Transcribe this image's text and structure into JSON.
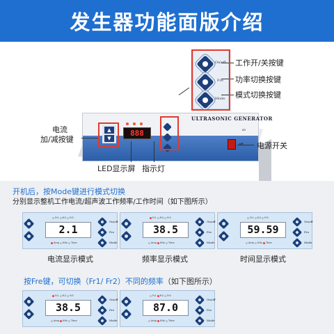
{
  "header": {
    "title": "发生器功能面版介绍"
  },
  "hero": {
    "brand_text": "ULTRASONIC GENERATOR",
    "display_value": "888",
    "side_panel_tags": [
      "On/off",
      "Fre",
      "Mode"
    ],
    "power_tag": "on",
    "power_switch_tag": "off",
    "callouts": {
      "power_key": "工作开/关按键",
      "power_ratio": "功率切换按键",
      "mode_switch": "模式切换按键",
      "current_line1": "电流",
      "current_line2": "加/减按键",
      "led_screen": "LED显示屏",
      "indicator": "指示灯",
      "power_switch": "电源开关"
    }
  },
  "section1": {
    "title_prefix": "开机后，按Mode键进行模式切换",
    "subtitle": "分别显示整机工作电流/超声波工作频率/工作时间（如下图所示）",
    "panels": [
      {
        "value": "2.1",
        "caption": "电流显示模式"
      },
      {
        "value": "38.5",
        "caption": "频率显示模式"
      },
      {
        "value": "59.59",
        "caption": "时间显示模式"
      }
    ]
  },
  "section2": {
    "title": "按Fre键，可切换（Fr1/ Fr2）不同的频率",
    "title_note": "（如下图所示）",
    "panels": [
      {
        "value": "38.5"
      },
      {
        "value": "87.0"
      }
    ]
  },
  "panel_labels": {
    "top_indicators": [
      "Fr1",
      "Fr2",
      "Fr3"
    ],
    "bottom_indicators": [
      "Amp",
      "KHz",
      "Time"
    ],
    "right_tags": [
      "On/off",
      "Fre",
      "Mode"
    ]
  },
  "colors": {
    "header_blue": "#1f6fd1",
    "highlight_red": "#e23a2b",
    "panel_blue": "#d6e7f7",
    "button_navy": "#1c3f7a",
    "led_red": "#ff3b2f"
  }
}
